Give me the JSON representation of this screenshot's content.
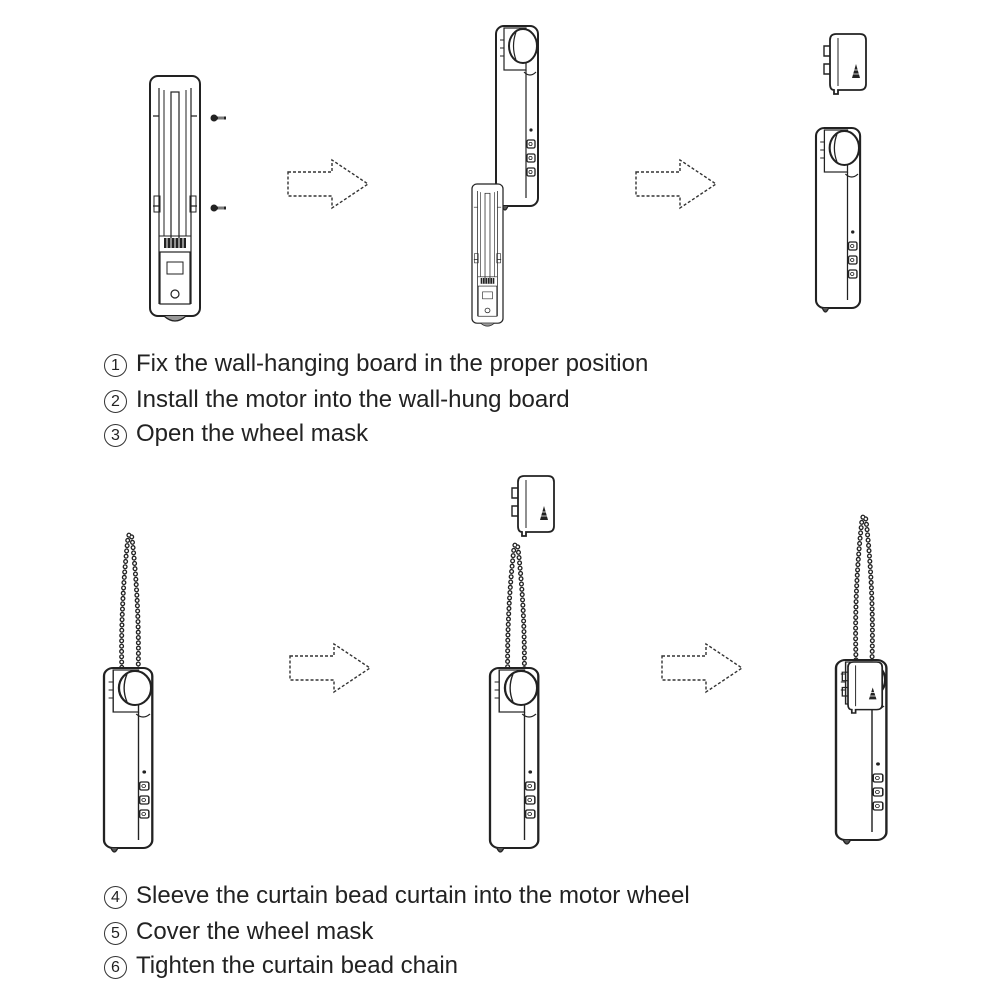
{
  "steps_top": [
    {
      "num": "1",
      "text": "Fix the wall-hanging board in the proper position"
    },
    {
      "num": "2",
      "text": "Install the motor into the wall-hung board"
    },
    {
      "num": "3",
      "text": "Open the wheel mask"
    }
  ],
  "steps_bottom": [
    {
      "num": "4",
      "text": "Sleeve the curtain bead curtain into the motor wheel"
    },
    {
      "num": "5",
      "text": "Cover the wheel mask"
    },
    {
      "num": "6",
      "text": "Tighten the curtain bead chain"
    }
  ],
  "icons": {
    "board": "wall-hanging-board-icon",
    "screw": "screw-icon",
    "motor": "motor-icon",
    "mask": "wheel-mask-icon",
    "chain": "bead-chain-icon",
    "arrow": "dashed-arrow-icon"
  },
  "colors": {
    "line": "#222222",
    "text": "#222222",
    "background": "#ffffff"
  }
}
